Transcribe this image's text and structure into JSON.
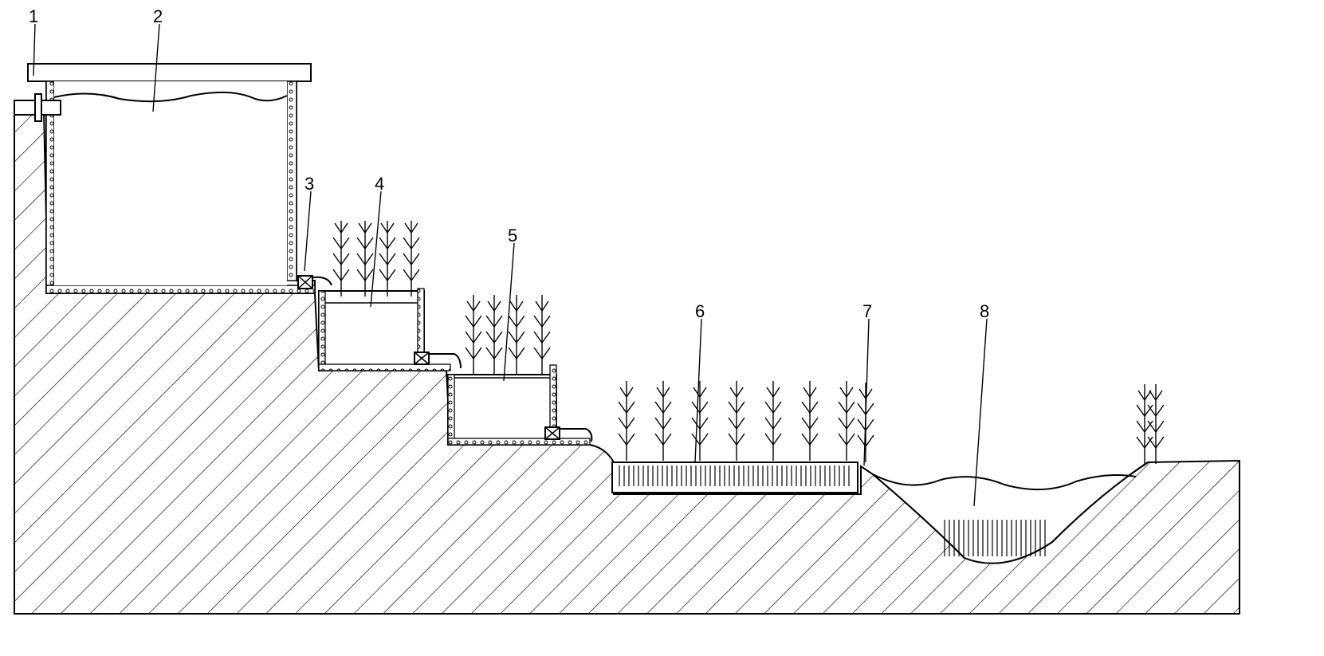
{
  "diagram": {
    "labels": {
      "l1": "1",
      "l2": "2",
      "l3": "3",
      "l4": "4",
      "l5": "5",
      "l6": "6",
      "l7": "7",
      "l8": "8"
    },
    "colors": {
      "line": "#000000",
      "background": "#ffffff"
    }
  }
}
